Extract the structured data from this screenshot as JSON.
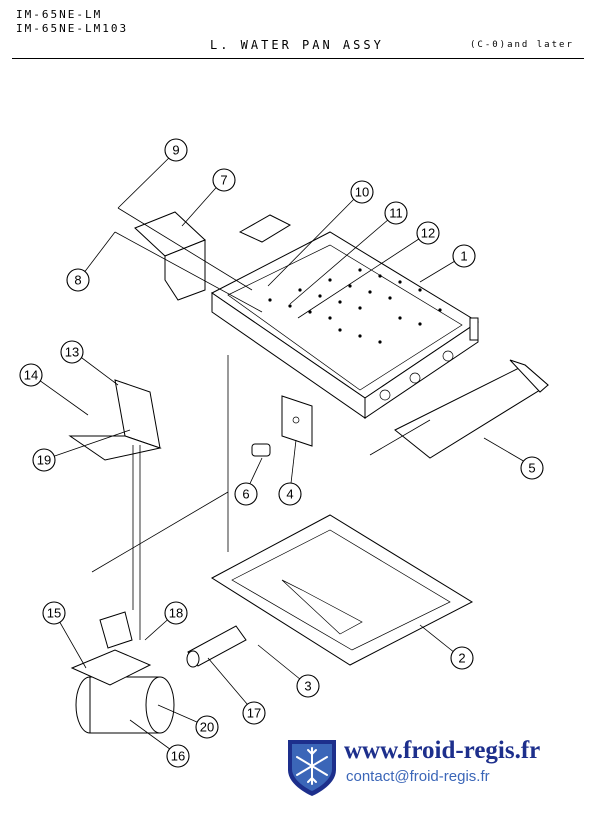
{
  "header": {
    "model_line_1": "IM-65NE-LM",
    "model_line_2": "IM-65NE-LM103",
    "title": "L. WATER PAN ASSY",
    "edition": "(C-0)and later"
  },
  "callouts": [
    "1",
    "2",
    "3",
    "4",
    "5",
    "6",
    "7",
    "8",
    "9",
    "10",
    "11",
    "12",
    "13",
    "14",
    "15",
    "16",
    "17",
    "18",
    "19",
    "20"
  ],
  "brand": {
    "url": "www.froid-regis.fr",
    "email": "contact@froid-regis.fr"
  },
  "colors": {
    "brand_dark": "#1d2f8c",
    "brand_light": "#3b66b8"
  }
}
